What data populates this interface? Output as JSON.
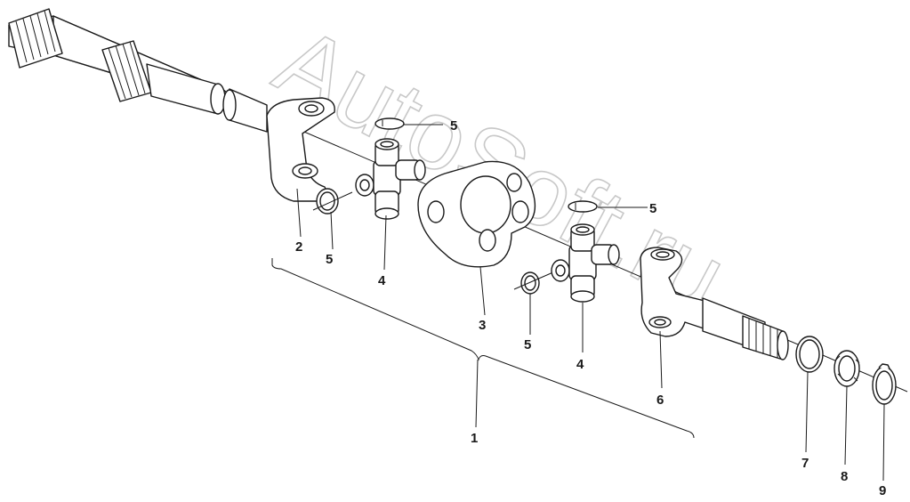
{
  "watermark": "AutoSoft.ru",
  "callouts": [
    {
      "id": "c1",
      "label": "1"
    },
    {
      "id": "c2",
      "label": "2"
    },
    {
      "id": "c3",
      "label": "3"
    },
    {
      "id": "c4a",
      "label": "4"
    },
    {
      "id": "c4b",
      "label": "4"
    },
    {
      "id": "c5a",
      "label": "5"
    },
    {
      "id": "c5b",
      "label": "5"
    },
    {
      "id": "c5c",
      "label": "5"
    },
    {
      "id": "c5d",
      "label": "5"
    },
    {
      "id": "c6",
      "label": "6"
    },
    {
      "id": "c7",
      "label": "7"
    },
    {
      "id": "c8",
      "label": "8"
    },
    {
      "id": "c9",
      "label": "9"
    }
  ]
}
